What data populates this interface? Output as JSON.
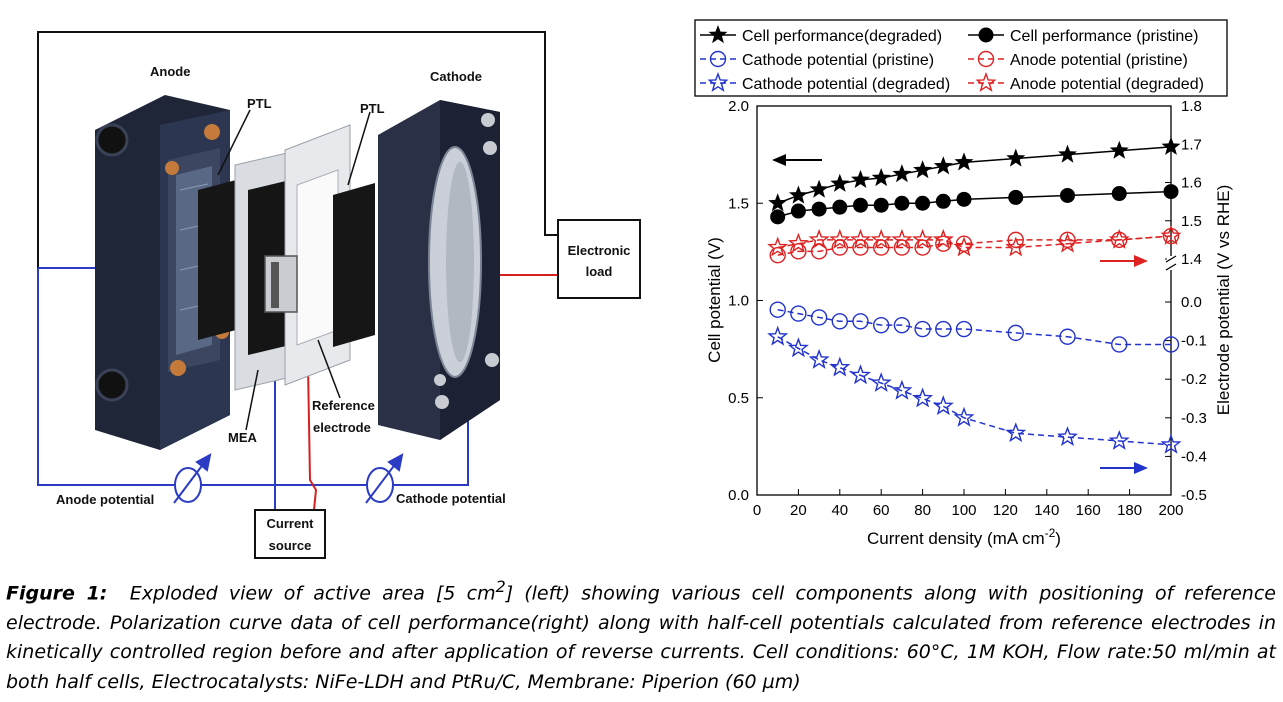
{
  "diagram": {
    "labels": {
      "anode": "Anode",
      "cathode": "Cathode",
      "ptl_left": "PTL",
      "ptl_right": "PTL",
      "electronic_load_line1": "Electronic",
      "electronic_load_line2": "load",
      "mea": "MEA",
      "reference_line1": "Reference",
      "reference_line2": "electrode",
      "anode_potential": "Anode potential",
      "cathode_potential": "Cathode potential",
      "current_source_line1": "Current",
      "current_source_line2": "source"
    },
    "colors": {
      "plate": "#232a3e",
      "wire_blue": "#2b3bc4",
      "wire_red": "#d62020",
      "bolt": "#c47a3a"
    },
    "icons": [
      "voltmeter-icon",
      "voltmeter-icon"
    ]
  },
  "chart_data": {
    "type": "line",
    "xlabel": "Current density (mA cm",
    "xlabel_sup": "-2",
    "xlabel_end": ")",
    "ylabel_left": "Cell potential (V)",
    "ylabel_right": "Electrode potential (V vs RHE)",
    "xlim": [
      0,
      200
    ],
    "ylim_left": [
      0.0,
      2.0
    ],
    "ylim_right": [
      -0.5,
      1.8
    ],
    "x_ticks": [
      "0",
      "20",
      "40",
      "60",
      "80",
      "100",
      "120",
      "140",
      "160",
      "180",
      "200"
    ],
    "y_ticks_left": [
      "0.0",
      "0.5",
      "1.0",
      "1.5",
      "2.0"
    ],
    "y_ticks_right": [
      "-0.5",
      "-0.4",
      "-0.3",
      "-0.2",
      "-0.1",
      "0.0",
      "1.4",
      "1.5",
      "1.6",
      "1.7",
      "1.8"
    ],
    "right_axis_break": "between 0.0 and 1.4",
    "x": [
      10,
      20,
      30,
      40,
      50,
      60,
      70,
      80,
      90,
      100,
      125,
      150,
      175,
      200
    ],
    "legend_position": "top",
    "series": [
      {
        "name": "Cell performance(degraded)",
        "axis": "left",
        "color": "#000000",
        "marker": "star-filled",
        "line": "solid",
        "values": [
          1.5,
          1.54,
          1.57,
          1.6,
          1.62,
          1.63,
          1.65,
          1.67,
          1.69,
          1.71,
          1.73,
          1.75,
          1.77,
          1.79
        ]
      },
      {
        "name": "Cell performance (pristine)",
        "axis": "left",
        "color": "#000000",
        "marker": "circle-filled",
        "line": "solid",
        "values": [
          1.43,
          1.46,
          1.47,
          1.48,
          1.49,
          1.49,
          1.5,
          1.5,
          1.51,
          1.52,
          1.53,
          1.54,
          1.55,
          1.56
        ]
      },
      {
        "name": "Cathode potential (pristine)",
        "axis": "right",
        "color": "#2233cc",
        "marker": "circle-open",
        "line": "dashed",
        "values": [
          -0.02,
          -0.03,
          -0.04,
          -0.05,
          -0.05,
          -0.06,
          -0.06,
          -0.07,
          -0.07,
          -0.07,
          -0.08,
          -0.09,
          -0.11,
          -0.11
        ]
      },
      {
        "name": "Anode potential (pristine)",
        "axis": "right",
        "color": "#dd2222",
        "marker": "circle-open",
        "line": "dashed",
        "values": [
          1.41,
          1.42,
          1.42,
          1.43,
          1.43,
          1.43,
          1.43,
          1.43,
          1.44,
          1.44,
          1.45,
          1.45,
          1.45,
          1.46
        ]
      },
      {
        "name": "Cathode potential (degraded)",
        "axis": "right",
        "color": "#2233cc",
        "marker": "star-open",
        "line": "dashed",
        "values": [
          -0.09,
          -0.12,
          -0.15,
          -0.17,
          -0.19,
          -0.21,
          -0.23,
          -0.25,
          -0.27,
          -0.3,
          -0.34,
          -0.35,
          -0.36,
          -0.37
        ]
      },
      {
        "name": "Anode potential (degraded)",
        "axis": "right",
        "color": "#dd2222",
        "marker": "star-open",
        "line": "dashed",
        "values": [
          1.43,
          1.44,
          1.45,
          1.45,
          1.45,
          1.45,
          1.45,
          1.45,
          1.45,
          1.43,
          1.43,
          1.44,
          1.45,
          1.46
        ]
      }
    ]
  },
  "caption": {
    "label": "Figure 1:",
    "text_part1": "Exploded view of active area [5 cm",
    "sup": "2",
    "text_part2": "] (left) showing various cell components along with positioning of reference electrode. Polarization curve data of cell performance(right) along with half-cell potentials calculated from reference electrodes in kinetically controlled region before and after application of reverse currents. Cell conditions: 60°C, 1M KOH, Flow rate:50 ml/min at both half cells, Electrocatalysts: NiFe-LDH and PtRu/C, Membrane: Piperion (60 µm)"
  }
}
